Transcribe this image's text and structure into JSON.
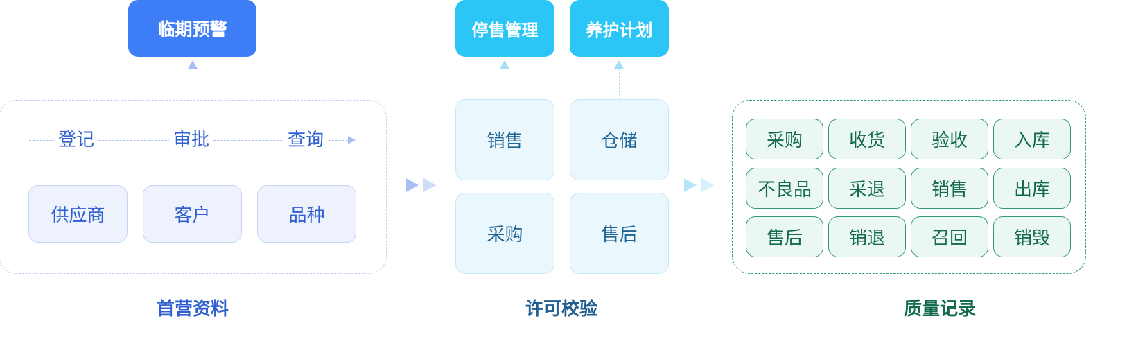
{
  "sections": {
    "basic_info": {
      "title": "首营资料",
      "alert_tag": "临期预警",
      "steps": [
        "登记",
        "审批",
        "查询"
      ],
      "items": [
        "供应商",
        "客户",
        "品种"
      ]
    },
    "license_check": {
      "title": "许可校验",
      "top_tags": [
        "停售管理",
        "养护计划"
      ],
      "items": [
        "销售",
        "仓储",
        "采购",
        "售后"
      ]
    },
    "quality_records": {
      "title": "质量记录",
      "items": [
        "采购",
        "收货",
        "验收",
        "入库",
        "不良品",
        "采退",
        "销售",
        "出库",
        "售后",
        "销退",
        "召回",
        "销毁"
      ]
    }
  },
  "colors": {
    "primary_blue": "#3d7ef7",
    "cyan": "#2bc6f5",
    "text_blue": "#2f5fd0",
    "green": "#146b4b",
    "green_border": "#2f9a72"
  }
}
